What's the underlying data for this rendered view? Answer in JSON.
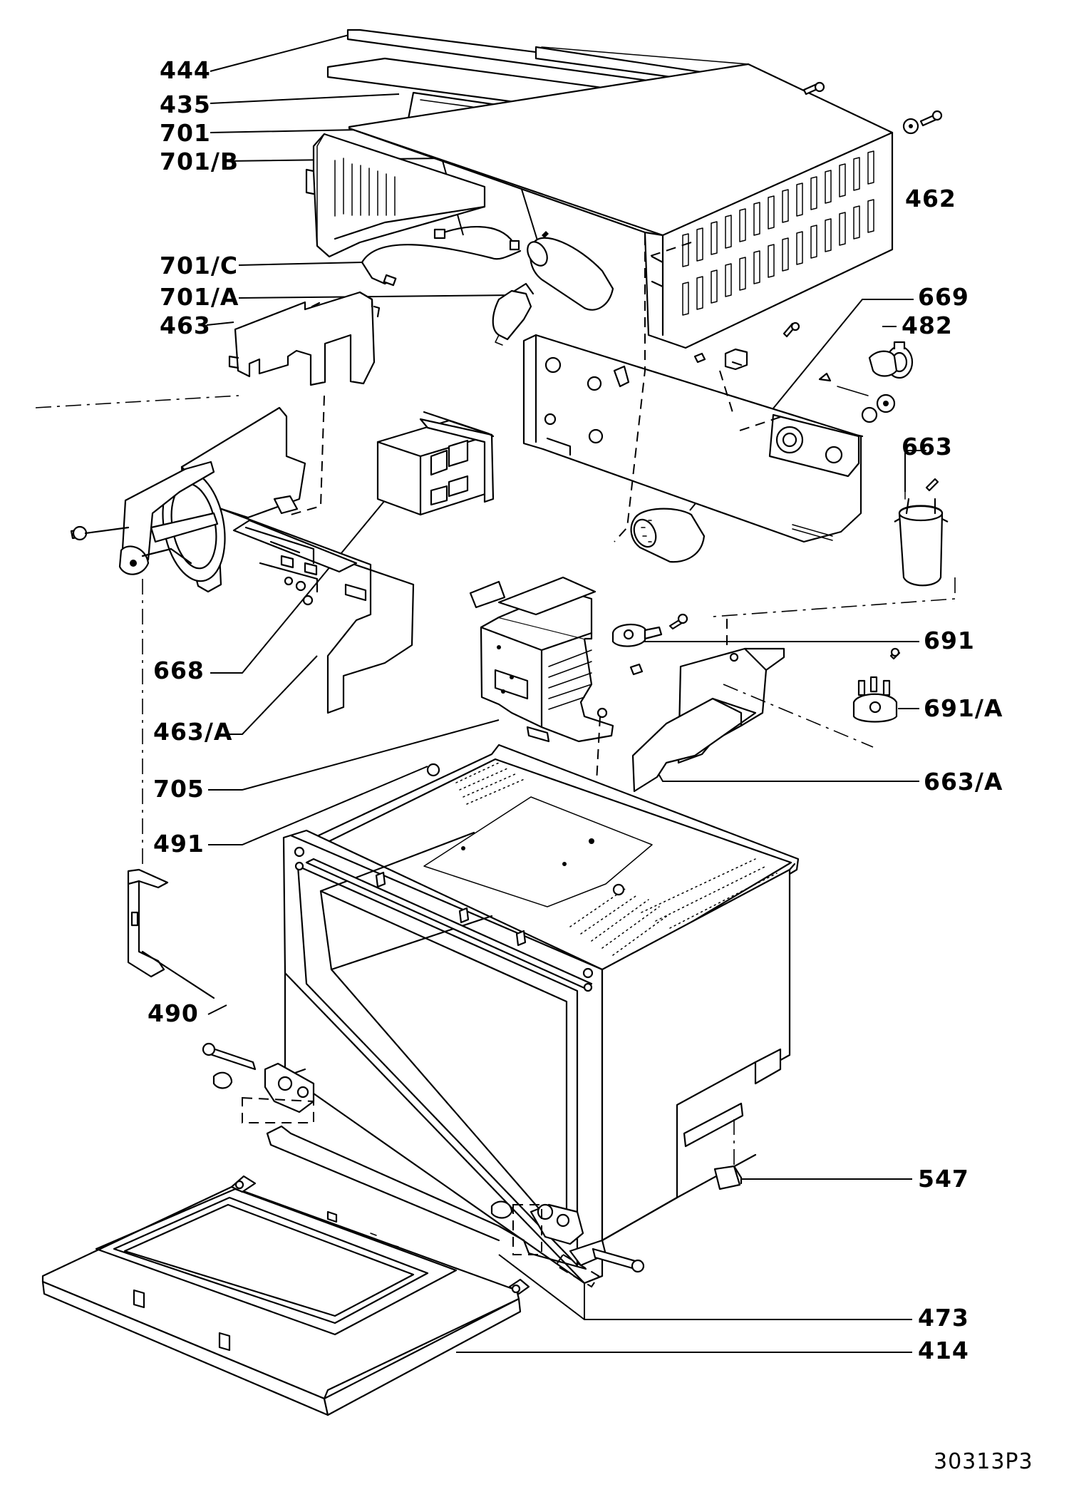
{
  "part_labels": [
    "444",
    "435",
    "701",
    "701/B",
    "462",
    "701/C",
    "701/A",
    "669",
    "482",
    "463",
    "663",
    "691",
    "668",
    "691/A",
    "463/A",
    "705",
    "663/A",
    "491",
    "490",
    "547",
    "473",
    "414"
  ],
  "drawing_code": "30313P3"
}
